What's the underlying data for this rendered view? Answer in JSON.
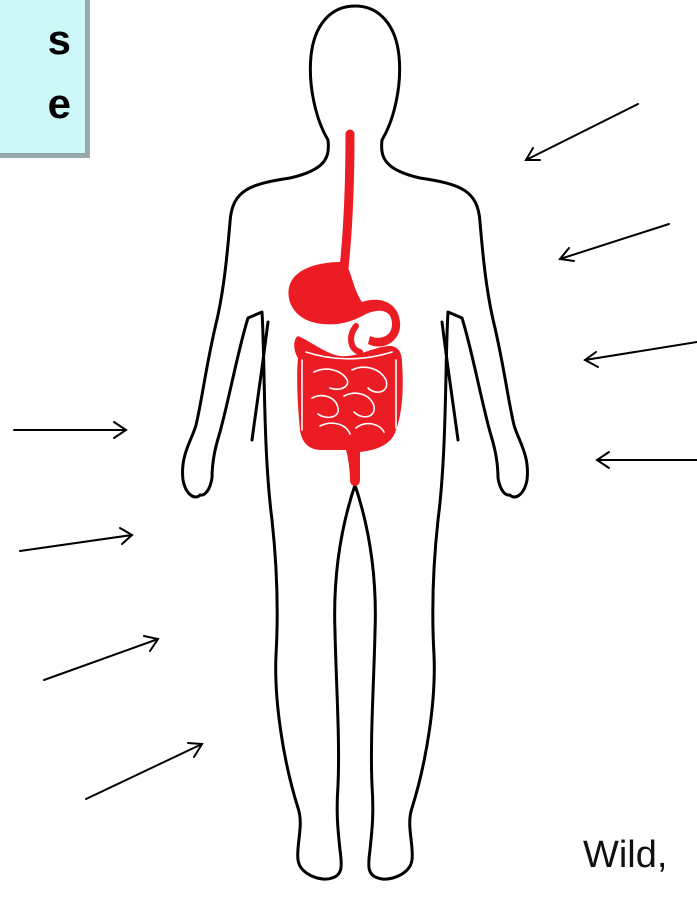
{
  "label_box": {
    "line1": "s",
    "line2": "e"
  },
  "caption": "Wild,",
  "colors": {
    "outline": "#000000",
    "digestive_system": "#ec1c24",
    "label_box_fill": "#ccf8f8"
  },
  "diagram": {
    "figure": "human-body-outline",
    "organs": [
      "esophagus",
      "stomach",
      "small-intestine",
      "large-intestine"
    ],
    "arrow_count_left": 4,
    "arrow_count_right": 4
  }
}
